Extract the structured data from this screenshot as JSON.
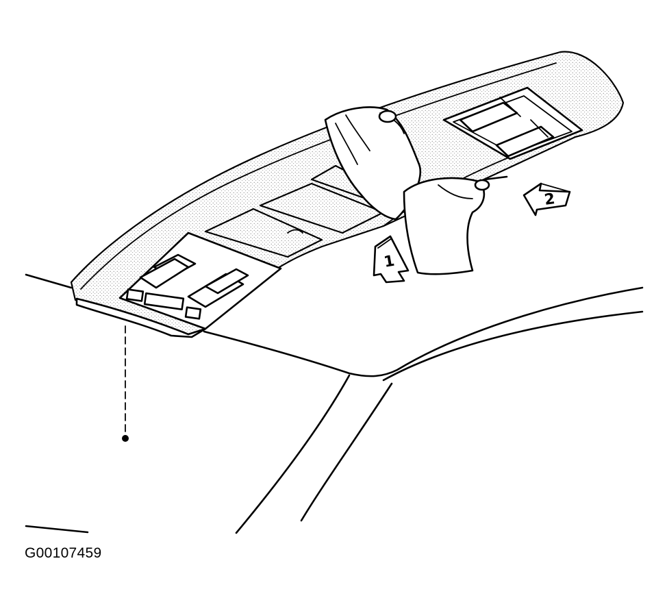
{
  "figure": {
    "id_label": "G00107459",
    "callouts": [
      {
        "number": "1"
      },
      {
        "number": "2"
      }
    ]
  },
  "colors": {
    "ink": "#000000",
    "background": "#ffffff"
  }
}
